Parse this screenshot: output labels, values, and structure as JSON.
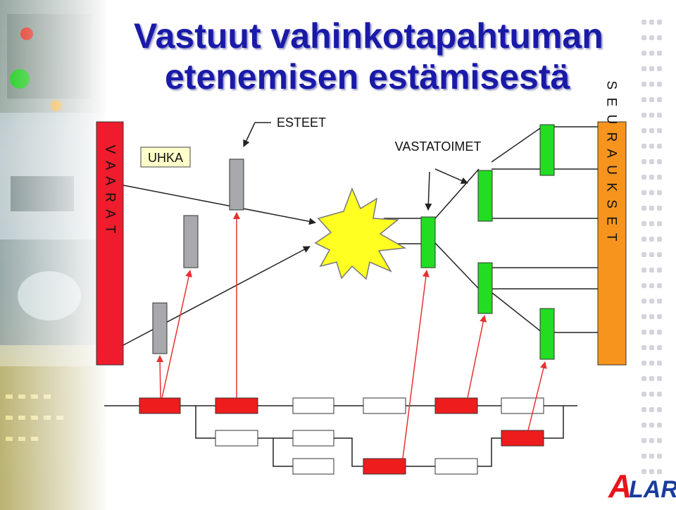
{
  "title": {
    "line1": "Vastuut vahinkotapahtuman",
    "line2": "etenemisen estämisestä"
  },
  "labels": {
    "hazards": "V A A R A T",
    "threat": "UHKA",
    "barriers": "ESTEET",
    "countermeasures": "VASTATOIMET",
    "consequences": "S E U R A U K S E T"
  },
  "logo": {
    "text": "ALARP",
    "first_letter_color": "#e8141c",
    "rest_color": "#1a3c9c"
  },
  "colors": {
    "title": "#1a1aa8",
    "hazards_bar": "#ee1c2c",
    "consequences_bar": "#f7941d",
    "barrier": "#a7a9ac",
    "countermeasure": "#22dd22",
    "event": "#ffff22",
    "responsibility_red": "#ee1c1c",
    "arrow_red": "#e83030"
  },
  "responsibility_boxes": {
    "row1": [
      "red",
      "red",
      "white",
      "white",
      "red",
      "white"
    ],
    "row2": [
      "white",
      "white",
      "red"
    ],
    "row3": [
      "white",
      "red",
      "white"
    ]
  }
}
